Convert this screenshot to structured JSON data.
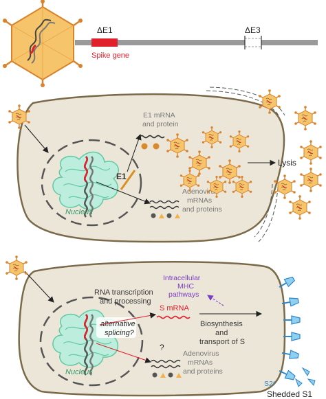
{
  "genome": {
    "deltaE1": "ΔE1",
    "deltaE3": "ΔE3",
    "spike_gene": "Spike gene"
  },
  "panel1": {
    "e1_mrna": "E1 mRNA",
    "and_protein": "and protein",
    "e1": "E1",
    "nucleus": "Nucleus",
    "adeno_1": "Adenovirus",
    "adeno_2": "mRNAs",
    "adeno_3": "and proteins",
    "lysis": "Lysis"
  },
  "panel2": {
    "rna_1": "RNA transcription",
    "rna_2": "and processing",
    "mhc_1": "Intracellular",
    "mhc_2": "MHC",
    "mhc_3": "pathways",
    "alt_1": "alternative",
    "alt_2": "splicing?",
    "s_mrna": "S mRNA",
    "bio_1": "Biosynthesis",
    "bio_2": "and",
    "bio_3": "transport of S",
    "question": "?",
    "nucleus": "Nucleus",
    "adeno_1": "Adenovirus",
    "adeno_2": "mRNAs",
    "adeno_3": "and proteins",
    "s2": "S2*",
    "shed": "Shedded S1"
  },
  "colors": {
    "cell_fill": "#ece6d8",
    "cell_stroke": "#7a6a4a",
    "nucleus_dash": "#555555",
    "chromatin": "#7ed8b8",
    "virus_fill": "#f6c46a",
    "virus_stroke": "#d9822b",
    "red": "#e0202a",
    "purple": "#7b3fc4",
    "spike_blue": "#2f86c8",
    "s2_blue": "#3aa6d8"
  },
  "icons": [
    "adenovirus-icon",
    "chromatin-icon",
    "spike-protein-icon"
  ]
}
